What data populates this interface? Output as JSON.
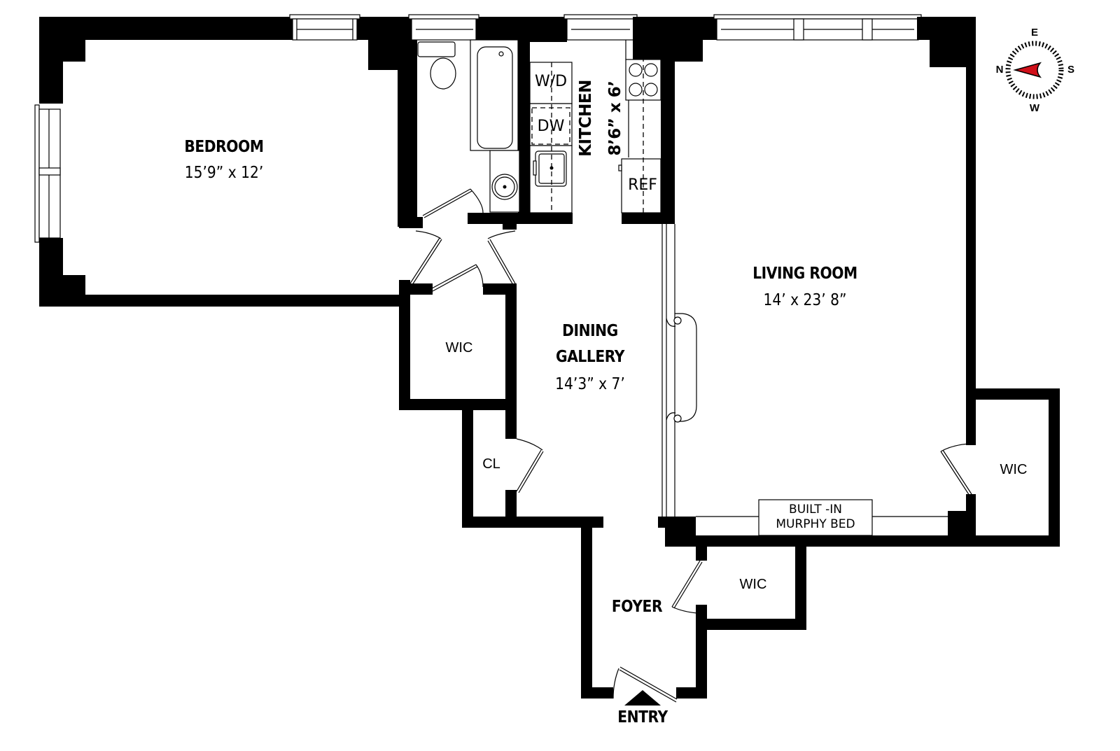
{
  "plan": {
    "type": "apartment floor plan",
    "background": "#ffffff",
    "wall_color": "#000000",
    "accent_color": "#d0101a"
  },
  "rooms": {
    "bedroom": {
      "name": "BEDROOM",
      "dimensions": "15’9” x 12’"
    },
    "kitchen": {
      "name": "KITCHEN",
      "dimensions": "8’6” x 6’"
    },
    "living_room": {
      "name": "LIVING ROOM",
      "dimensions": "14’ x 23’ 8”"
    },
    "dining_gallery": {
      "name_line1": "DINING",
      "name_line2": "GALLERY",
      "dimensions": "14’3” x 7’"
    },
    "foyer": {
      "name": "FOYER"
    },
    "wic_hall": {
      "name": "WIC"
    },
    "wic_living": {
      "name": "WIC"
    },
    "wic_foyer": {
      "name": "WIC"
    },
    "closet": {
      "name": "CL"
    }
  },
  "appliances": {
    "washer_dryer": "W/D",
    "dishwasher": "DW",
    "refrigerator": "REF",
    "murphy_line1": "BUILT -IN",
    "murphy_line2": "MURPHY BED"
  },
  "entry": {
    "label": "ENTRY",
    "icon": "triangle-up-arrow"
  },
  "compass": {
    "labels": {
      "top": "E",
      "left": "N",
      "right": "S",
      "bottom": "W"
    },
    "needle_points": "N",
    "needle_color": "#d0101a"
  }
}
